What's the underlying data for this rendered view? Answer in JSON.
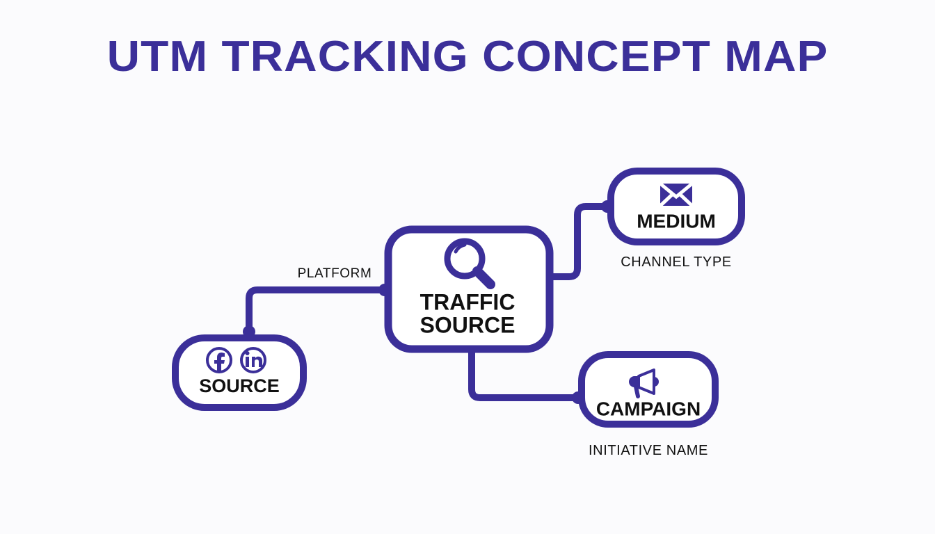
{
  "page": {
    "title": "UTM TRACKING CONCEPT MAP",
    "background_color": "#fbfbfd",
    "accent_color": "#3b2f99",
    "text_color": "#111111"
  },
  "diagram": {
    "type": "concept-map",
    "center_node": {
      "id": "traffic-source",
      "label_line1": "TRAFFIC",
      "label_line2": "SOURCE",
      "icon": "magnifier-icon"
    },
    "nodes": [
      {
        "id": "source",
        "label": "SOURCE",
        "icons": [
          "facebook-icon",
          "linkedin-icon"
        ],
        "sub_label": "",
        "edge_label": "PLATFORM",
        "position": "left"
      },
      {
        "id": "medium",
        "label": "MEDIUM",
        "icons": [
          "envelope-icon"
        ],
        "sub_label": "CHANNEL TYPE",
        "edge_label": "",
        "position": "top-right"
      },
      {
        "id": "campaign",
        "label": "CAMPAIGN",
        "icons": [
          "megaphone-icon"
        ],
        "sub_label": "INITIATIVE NAME",
        "edge_label": "",
        "position": "bottom-right"
      }
    ],
    "edges": [
      {
        "from": "traffic-source",
        "to": "source",
        "label": "PLATFORM"
      },
      {
        "from": "traffic-source",
        "to": "medium",
        "label": ""
      },
      {
        "from": "traffic-source",
        "to": "campaign",
        "label": ""
      }
    ]
  }
}
